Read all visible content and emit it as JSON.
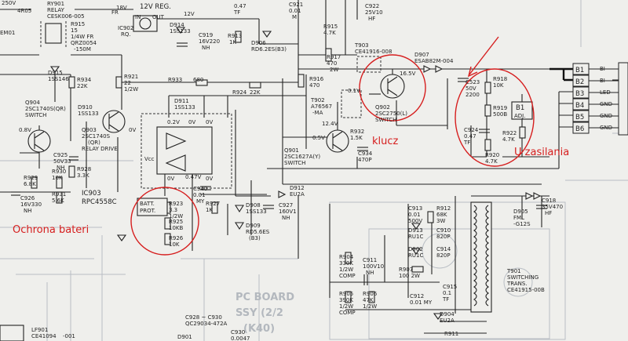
{
  "annotations": {
    "klucz": "klucz",
    "u_zasilania": "U zasilania",
    "ochrona": "Ochrona bateri"
  },
  "board": {
    "line1": "PC BOARD",
    "line2": "SSY (2/2",
    "line3": "(K40)"
  },
  "labels": {
    "v250": "250V",
    "r4r05": "4R05",
    "emo1": "EM01",
    "ry901": "RY901",
    "relay": "RELAY",
    "cesk": "CESK006-005",
    "v18": "18V",
    "fr": "FR",
    "reg": "12V REG.",
    "in": "IN",
    "out": "OUT",
    "v12": "12V",
    "ic902": "IC902",
    "rq": "RQ.",
    "r915": "R915",
    "r915v": "15",
    "r915w": "1/4W FR",
    "qrz": "QRZ0054",
    "qrzv": "-150M",
    "d914": "D914",
    "d914v": "1SS133",
    "c919": "C919",
    "c919v": "16V220",
    "c919n": "NH",
    "r913": "R913",
    "r913v": "1K",
    "d906": "D906",
    "d906v": "RD6.2ES(B3)",
    "c9x": "0.47",
    "c9xv": "TF",
    "c921": "C921",
    "c921v": "0.01",
    "c921n": "M",
    "r915b": "R915",
    "r915bv": "4.7K",
    "c922": "C922",
    "c922v": "25V10",
    "c922n": "HF",
    "t903": "T903",
    "t903v": "CE41916-008",
    "d907": "D907",
    "d907v": "ESAB82M-004",
    "r917": "R917",
    "r917v": "470",
    "r917w": "2W",
    "r916": "R916",
    "r916v": "470",
    "v165": "16.5V",
    "q902": "Q902",
    "q902v": "2SC2750(L)",
    "q902s": "SWITCH",
    "t902": "T902",
    "t902v": "A76567",
    "t902m": "-MA",
    "v01": "0.1V",
    "v124": "12.4V",
    "c523": "C523",
    "c523v": "50V",
    "c523c": "2200",
    "r918": "R918",
    "r918v": "10K",
    "r919": "R919",
    "r919v": "500B",
    "badj1": "B1",
    "badj2": "ADJ.",
    "c924": "C924",
    "c924v": "0.47",
    "c924t": "TF",
    "r922": "R922",
    "r922v": "4.7K",
    "r920": "R920",
    "r920v": "4.7K",
    "r932": "R932",
    "r932v": "1.5K",
    "v05": "0.5V",
    "q901": "Q901",
    "q901v": "2SC1627A(Y)",
    "q901s": "SWITCH",
    "c934": "C934",
    "c934v": "470P",
    "d915": "D915",
    "d915v": "1SS146",
    "r934": "R934",
    "r934v": "22K",
    "r921": "R921",
    "r921v": "22",
    "r921w": "1/2W",
    "r933": "R933",
    "r933v": "680",
    "r924": "R924",
    "r924v": "22K",
    "q904": "Q904",
    "q904v": "2SC1740S(QR)",
    "q904s": "SWITCH",
    "d910": "D910",
    "d910v": "1SS133",
    "q903": "Q903",
    "q903v": "2SC1740S",
    "q903q": "(QR)",
    "q903s": "RELAY DRIVE",
    "d911": "D911",
    "d911v": "1SS133",
    "v08": "0.8V",
    "v0a": "0V",
    "c925": "C925",
    "c925v": "50V33",
    "c925n": "NH",
    "r928": "R928",
    "r928v": "3.3K",
    "v02": "0.2V",
    "v0b": "0V",
    "v0c": "0V",
    "vcc": "Vcc",
    "v047": "0.47V",
    "v0d": "0V",
    "v0e": "0V",
    "r929": "R929",
    "r929v": "6.8K",
    "r930": "R930",
    "r930v": "10K",
    "r931": "R931",
    "r931v": "5.6K",
    "c926": "C926",
    "c926v": "16V330",
    "c926n": "NH",
    "ic903": "IC903",
    "ic903v": "RPC4558C",
    "batt1": "BATT.",
    "batt2": "PROT.",
    "r923": "R923",
    "r923v": "3.3",
    "r923w": "1/2W",
    "r925": "R925",
    "r925v": "10KB",
    "r926": "R926",
    "r926v": "10K",
    "c940": "C940",
    "c940v": "0.01",
    "c940m": "MY",
    "r927": "R927",
    "r927v": "1K",
    "d908": "D908",
    "d908v": "1SS133",
    "d909": "D909",
    "d909v": "RD5.6ES",
    "d909b": "(B3)",
    "d912": "D912",
    "d912v": "EU2A",
    "c927": "C927",
    "c927v": "160V1",
    "c927n": "NH",
    "c913": "C913",
    "c913v": "0.01",
    "c913w": "500V",
    "r912": "R912",
    "r912v": "68K",
    "r912w": "3W",
    "d913": "D913",
    "d913v": "RU1C",
    "c910": "C910",
    "c910v": "820P",
    "d902": "D902",
    "d902v": "RU1C",
    "c914": "C914",
    "c914v": "820P",
    "r904": "R904",
    "r904v": "330K",
    "r904w": "1/2W",
    "r904c": "COMP",
    "c911": "C911",
    "c911v": "100V10",
    "c911n": "NH",
    "r907": "R907",
    "r907v": "100 2W",
    "r905": "R905",
    "r905v": "390K",
    "r905w": "1/2W",
    "r905c": "COMP",
    "r906": "R906",
    "r906v": "47K",
    "r906w": "1/2W",
    "c912": "C912",
    "c912v": "0.01 MY",
    "c915": "C915",
    "c915v": "0.1",
    "c915t": "TF",
    "d904": "D904",
    "d904v": "EU2A",
    "r911": "R911",
    "d905": "D905",
    "d905v": "FML",
    "d905w": "-G12S",
    "c918": "C918",
    "c918v": "35V470",
    "c918n": "HF",
    "t901": "T901",
    "t901v": "SWITCHING",
    "t901w": "TRANS.",
    "t901c": "CE41915-00B",
    "lf901": "LF901",
    "lf901v": "CE41094",
    "lf901w": "-001",
    "c928": "C928 ~ C930",
    "c928v": "QC29034-472A",
    "d901": "D901",
    "c930": "C930",
    "c930v": "0.0047"
  },
  "connector": {
    "pins": [
      "B1",
      "B2",
      "B3",
      "B4",
      "B5",
      "B6"
    ],
    "signals": [
      "BI",
      "BI",
      "LED",
      "GND",
      "GND",
      "GND"
    ]
  }
}
